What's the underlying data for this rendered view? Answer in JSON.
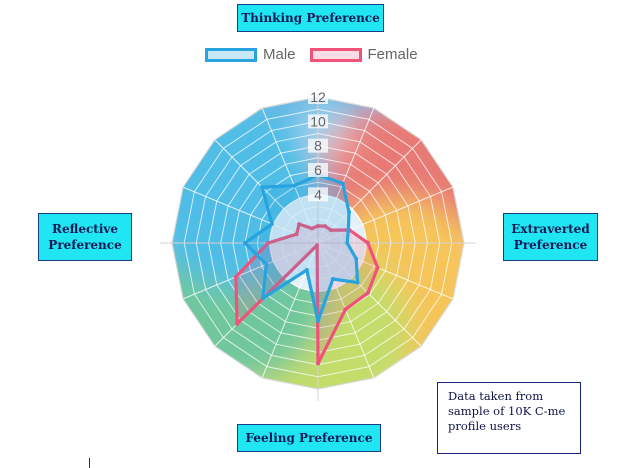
{
  "labels": {
    "top": "Thinking Preference",
    "left": "Reflective Preference",
    "right": "Extraverted Preference",
    "bottom": "Feeling Preference"
  },
  "note": "Data taken from sample of 10K C-me profile users",
  "chart_data": {
    "type": "radar",
    "axes_count": 16,
    "start": "top",
    "direction": "clockwise",
    "rlim": [
      0,
      12
    ],
    "ticks": [
      "4",
      "6",
      "8",
      "10",
      "12"
    ],
    "tick_values": [
      4,
      6,
      8,
      10,
      12
    ],
    "grid": true,
    "legend_position": "top",
    "series": [
      {
        "name": "Male",
        "color": "#29a3e0",
        "values": [
          5.6,
          5.3,
          3.6,
          2.7,
          2.4,
          3.4,
          4.6,
          3.2,
          6.4,
          2.4,
          6.4,
          4.6,
          6.0,
          4.1,
          6.5,
          5.1
        ]
      },
      {
        "name": "Female",
        "color": "#f0527a",
        "values": [
          1.4,
          1.5,
          1.5,
          2.8,
          4.1,
          5.3,
          5.8,
          5.9,
          9.9,
          0.2,
          9.4,
          7.3,
          4.1,
          1.9,
          2.2,
          1.3
        ]
      }
    ],
    "background_colors": [
      "#6ab8e3",
      "#e87a74",
      "#f5c55a",
      "#c3dc6a",
      "#70c79c",
      "#4fbde6"
    ]
  }
}
